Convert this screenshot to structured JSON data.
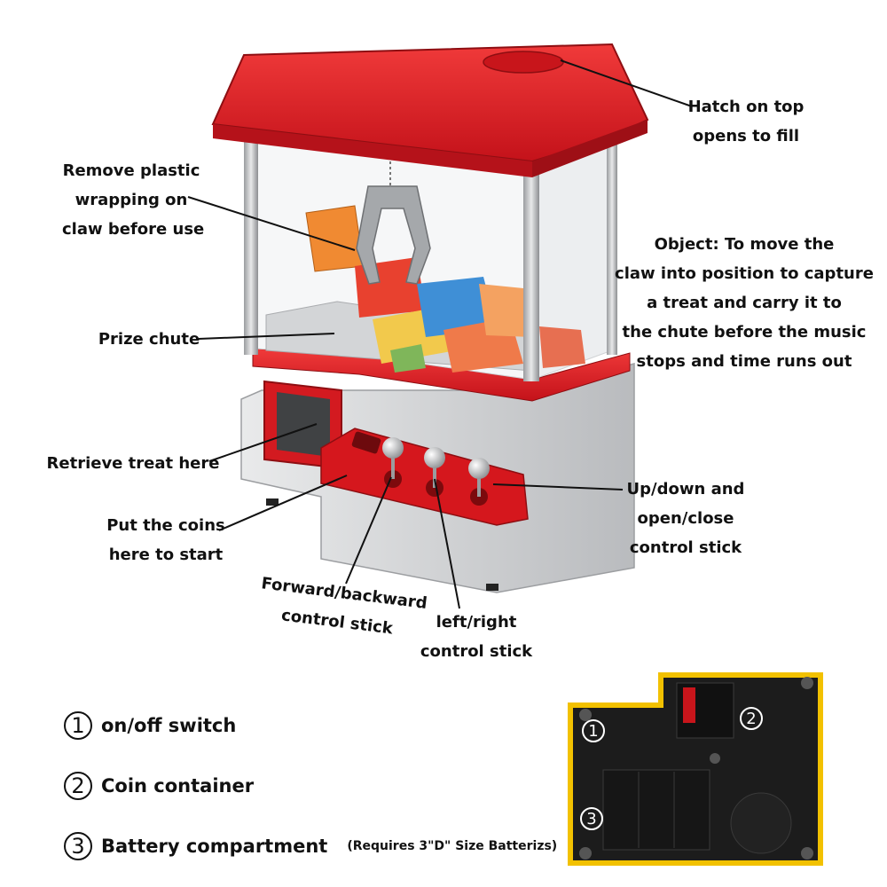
{
  "colors": {
    "machine_red": "#e0191c",
    "machine_silver": "#c9cbcd",
    "base_black": "#1c1c1c",
    "label_text": "#111111"
  },
  "callouts": [
    {
      "id": "hatch",
      "lines": [
        "Hatch on top",
        "opens to fill"
      ]
    },
    {
      "id": "wrapping",
      "lines": [
        "Remove plastic",
        "wrapping on",
        "claw before use"
      ]
    },
    {
      "id": "object",
      "lines": [
        "Object: To move the",
        "claw into position to capture",
        "a treat and carry it to",
        "the chute before the music",
        "stops and time runs out"
      ]
    },
    {
      "id": "chute",
      "lines": [
        "Prize chute"
      ]
    },
    {
      "id": "retrieve",
      "lines": [
        "Retrieve treat here"
      ]
    },
    {
      "id": "updown",
      "lines": [
        "Up/down and",
        "open/close",
        "control stick"
      ]
    },
    {
      "id": "coins",
      "lines": [
        "Put the coins",
        "here to start"
      ]
    },
    {
      "id": "forward",
      "lines": [
        "Forward/backward",
        "control stick"
      ]
    },
    {
      "id": "leftright",
      "lines": [
        "left/right",
        "control stick"
      ]
    }
  ],
  "legend": [
    {
      "number": "1",
      "text": "on/off switch"
    },
    {
      "number": "2",
      "text": "Coin container"
    },
    {
      "number": "3",
      "text": "Battery compartment",
      "note": "(Requires 3\"D\" Size Batterizs)"
    }
  ],
  "base_badges": [
    "1",
    "2",
    "3"
  ],
  "icons": [
    "claw-machine-illustration",
    "machine-base-illustration"
  ]
}
